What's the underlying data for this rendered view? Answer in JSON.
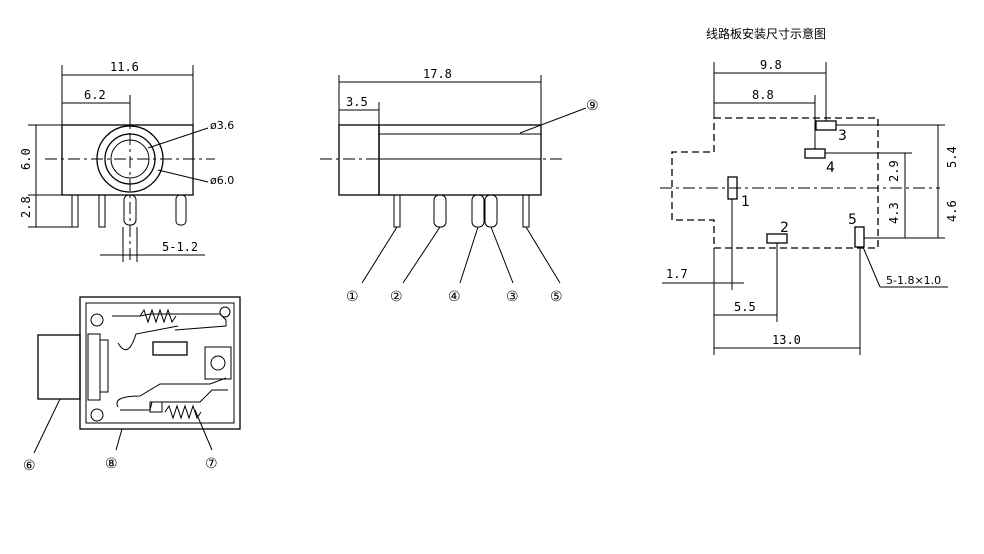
{
  "front_view": {
    "width_total": "11.6",
    "width_center": "6.2",
    "height_body": "6.0",
    "height_pins": "2.8",
    "pin_pitch": "5-1.2",
    "hole_small": "ø3.6",
    "hole_large": "ø6.0"
  },
  "side_view": {
    "length_total": "17.8",
    "length_front": "3.5",
    "callouts": [
      "①",
      "②",
      "④",
      "③",
      "⑤",
      "⑨"
    ]
  },
  "top_view": {
    "callouts": [
      "⑥",
      "⑧",
      "⑦"
    ]
  },
  "pcb_layout": {
    "title": "线路板安装尺寸示意图",
    "dim_9_8": "9.8",
    "dim_8_8": "8.8",
    "dim_5_4": "5.4",
    "dim_2_9": "2.9",
    "dim_4_3": "4.3",
    "dim_4_6": "4.6",
    "dim_1_7": "1.7",
    "dim_5_5": "5.5",
    "dim_13_0": "13.0",
    "pad_spec": "5-1.8×1.0",
    "pads": [
      "1",
      "2",
      "3",
      "4",
      "5"
    ]
  }
}
